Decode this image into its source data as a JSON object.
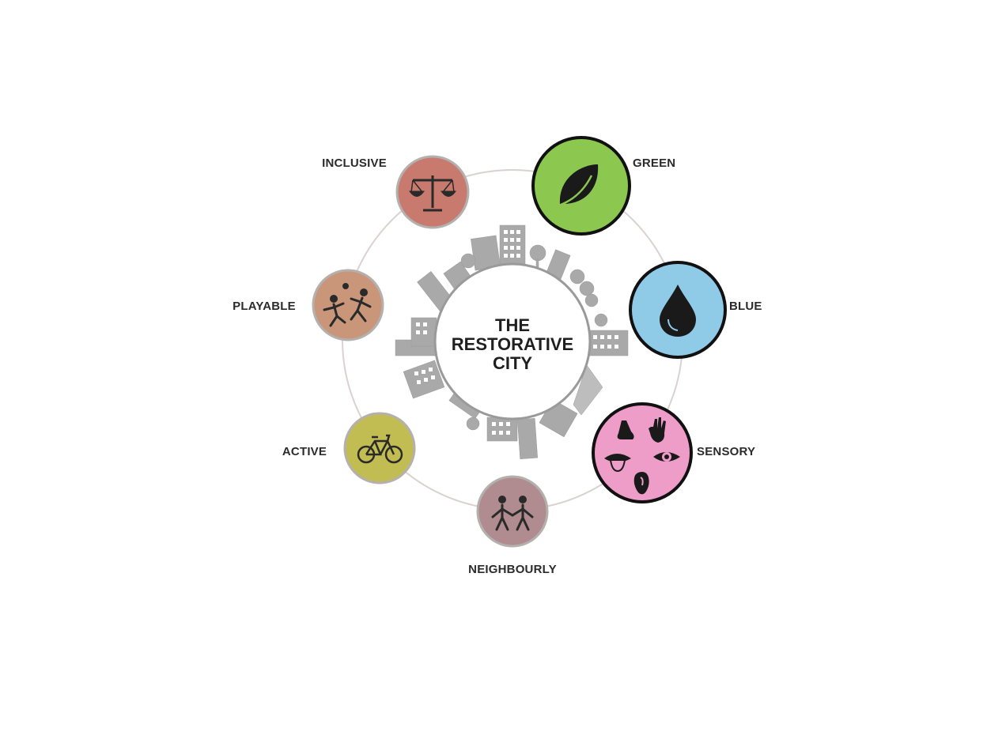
{
  "center": {
    "title_lines": [
      "THE",
      "RESTORATIVE",
      "CITY"
    ]
  },
  "nodes": [
    {
      "label": "INCLUSIVE",
      "icon": "scales-icon",
      "color": "#c97a6e"
    },
    {
      "label": "GREEN",
      "icon": "leaf-icon",
      "color": "#8cc850"
    },
    {
      "label": "BLUE",
      "icon": "water-drop-icon",
      "color": "#8fcbe6"
    },
    {
      "label": "SENSORY",
      "icon": "senses-icon",
      "color": "#ee9cc8"
    },
    {
      "label": "NEIGHBOURLY",
      "icon": "two-people-icon",
      "color": "#b08b90"
    },
    {
      "label": "ACTIVE",
      "icon": "bicycle-icon",
      "color": "#c2bd52"
    },
    {
      "label": "PLAYABLE",
      "icon": "playing-people-icon",
      "color": "#c9967a"
    }
  ]
}
